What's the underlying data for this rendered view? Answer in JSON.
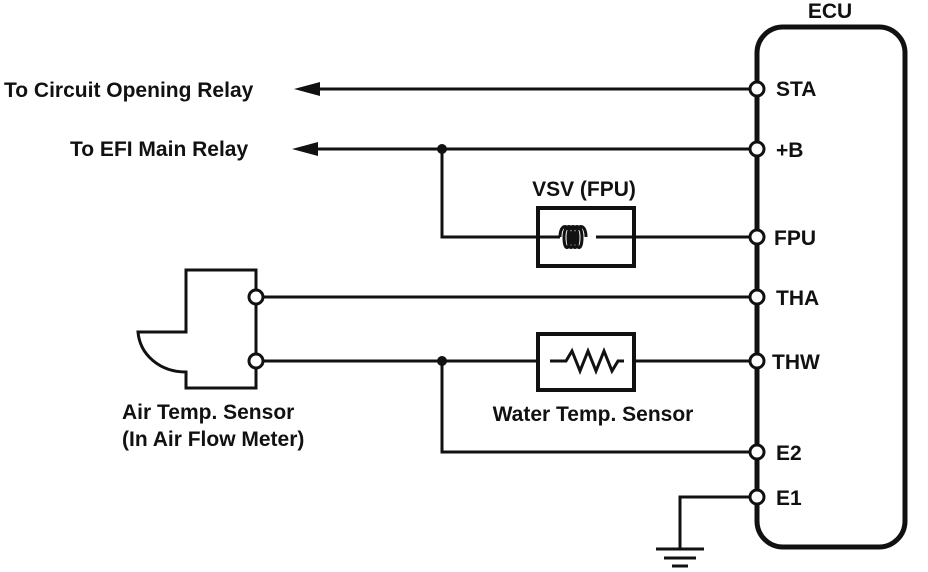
{
  "ecu": {
    "title": "ECU",
    "pins": {
      "sta": "STA",
      "b": "+B",
      "fpu": "FPU",
      "tha": "THA",
      "thw": "THW",
      "e2": "E2",
      "e1": "E1"
    }
  },
  "labels": {
    "circuit_opening_relay": "To Circuit Opening Relay",
    "efi_main_relay": "To EFI Main Relay",
    "vsv": "VSV (FPU)",
    "water_temp_sensor": "Water Temp. Sensor",
    "air_temp_sensor_line1": "Air Temp. Sensor",
    "air_temp_sensor_line2": "(In Air Flow Meter)"
  }
}
